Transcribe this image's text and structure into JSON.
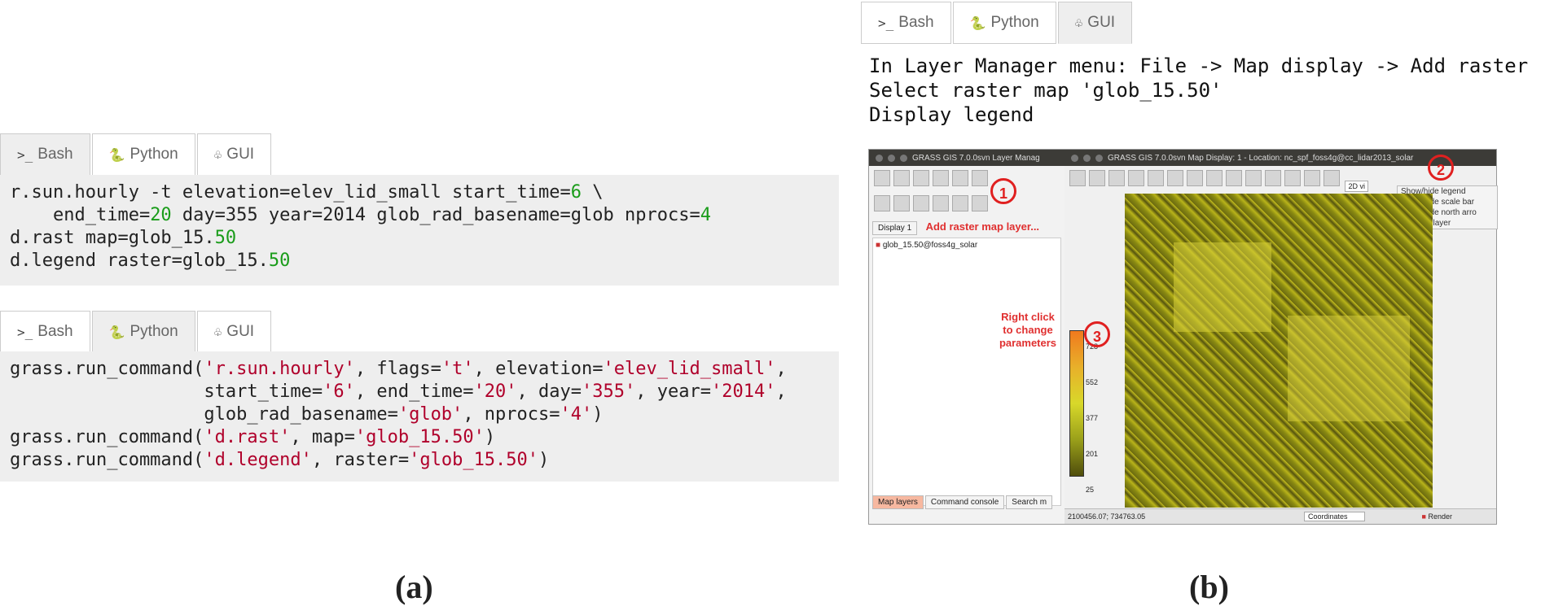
{
  "panel_a": {
    "tabs1": [
      {
        "icon": ">_",
        "label": "Bash"
      },
      {
        "icon": "🐍",
        "label": "Python"
      },
      {
        "icon": "♧",
        "label": "GUI"
      }
    ],
    "bash_code": {
      "line1_pre": "r.sun.hourly -t elevation=elev_lid_small start_time=",
      "line1_num": "6",
      "line1_post": " \\",
      "line2_a": "    end_time=",
      "line2_n1": "20",
      "line2_b": " day=355 year=2014 glob_rad_basename=glob nprocs=",
      "line2_n2": "4",
      "line3_a": "d.rast map=glob_15.",
      "line3_n": "50",
      "line4_a": "d.legend raster=glob_15.",
      "line4_n": "50"
    },
    "tabs2": [
      {
        "icon": ">_",
        "label": "Bash"
      },
      {
        "icon": "🐍",
        "label": "Python"
      },
      {
        "icon": "♧",
        "label": "GUI"
      }
    ],
    "python_code": {
      "l1a": "grass.run_command(",
      "l1s1": "'r.sun.hourly'",
      "l1b": ", flags=",
      "l1s2": "'t'",
      "l1c": ", elevation=",
      "l1s3": "'elev_lid_small'",
      "l1d": ",",
      "l2a": "                  start_time=",
      "l2s1": "'6'",
      "l2b": ", end_time=",
      "l2s2": "'20'",
      "l2c": ", day=",
      "l2s3": "'355'",
      "l2d": ", year=",
      "l2s4": "'2014'",
      "l2e": ",",
      "l3a": "                  glob_rad_basename=",
      "l3s1": "'glob'",
      "l3b": ", nprocs=",
      "l3s2": "'4'",
      "l3c": ")",
      "l4a": "grass.run_command(",
      "l4s1": "'d.rast'",
      "l4b": ", map=",
      "l4s2": "'glob_15.50'",
      "l4c": ")",
      "l5a": "grass.run_command(",
      "l5s1": "'d.legend'",
      "l5b": ", raster=",
      "l5s2": "'glob_15.50'",
      "l5c": ")"
    },
    "caption": "(a)"
  },
  "panel_b": {
    "tabs": [
      {
        "icon": ">_",
        "label": "Bash"
      },
      {
        "icon": "🐍",
        "label": "Python"
      },
      {
        "icon": "♧",
        "label": "GUI"
      }
    ],
    "instructions": [
      "In Layer Manager menu: File -> Map display -> Add raster",
      "Select raster map 'glob_15.50'",
      "Display legend"
    ],
    "screenshot": {
      "lm_title": "GRASS GIS 7.0.0svn Layer Manag",
      "md_title": "GRASS GIS 7.0.0svn Map Display: 1 - Location: nc_spf_foss4g@cc_lidar2013_solar",
      "display_tab": "Display 1",
      "add_raster_hint": "Add raster map layer...",
      "layer_name": "glob_15.50@foss4g_solar",
      "right_click_hint": "Right click\nto change\nparameters",
      "marker1": "1",
      "marker2": "2",
      "marker3": "3",
      "menu": [
        "Show/hide legend",
        "Show/hide scale bar",
        "Show/hide north arro",
        "Add text layer"
      ],
      "zoom_label": "2D vi",
      "legend_ticks": [
        "728",
        "552",
        "377",
        "201",
        "25"
      ],
      "bottom_tabs": [
        "Map layers",
        "Command console",
        "Search m"
      ],
      "coords": "2100456.07; 734763.05",
      "coords_select": "Coordinates",
      "render_label": "Render"
    },
    "caption": "(b)"
  }
}
